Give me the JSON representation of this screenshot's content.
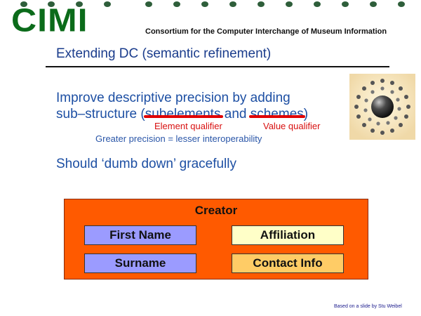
{
  "header": {
    "logo": "CIMI",
    "consortium": "Consortium for the Computer Interchange of Museum Information"
  },
  "slide": {
    "title": "Extending DC (semantic refinement)",
    "para1_line1": "Improve descriptive precision by adding",
    "para1_prefix": "sub–structure (",
    "para1_strike1": "subelements",
    "para1_mid": " and ",
    "para1_strike2": "schemes",
    "para1_suffix": ")",
    "element_qualifier": "Element qualifier",
    "value_qualifier": "Value qualifier",
    "precision_note": "Greater precision = lesser interoperability",
    "dumb_down": "Should ‘dumb down’ gracefully",
    "credit": "Based on a slide by Stu Weibel"
  },
  "diagram": {
    "title": "Creator",
    "fields": {
      "first_name": "First Name",
      "surname": "Surname",
      "affiliation": "Affiliation",
      "contact_info": "Contact Info"
    }
  },
  "colors": {
    "logo_green": "#0b6b1a",
    "text_blue": "#1d4fa3",
    "qualifier_red": "#d81010",
    "creator_orange": "#ff5a00",
    "name_fields": "#9b9bff",
    "affiliation_fill": "#ffffc8",
    "contact_fill": "#ffcc66"
  }
}
